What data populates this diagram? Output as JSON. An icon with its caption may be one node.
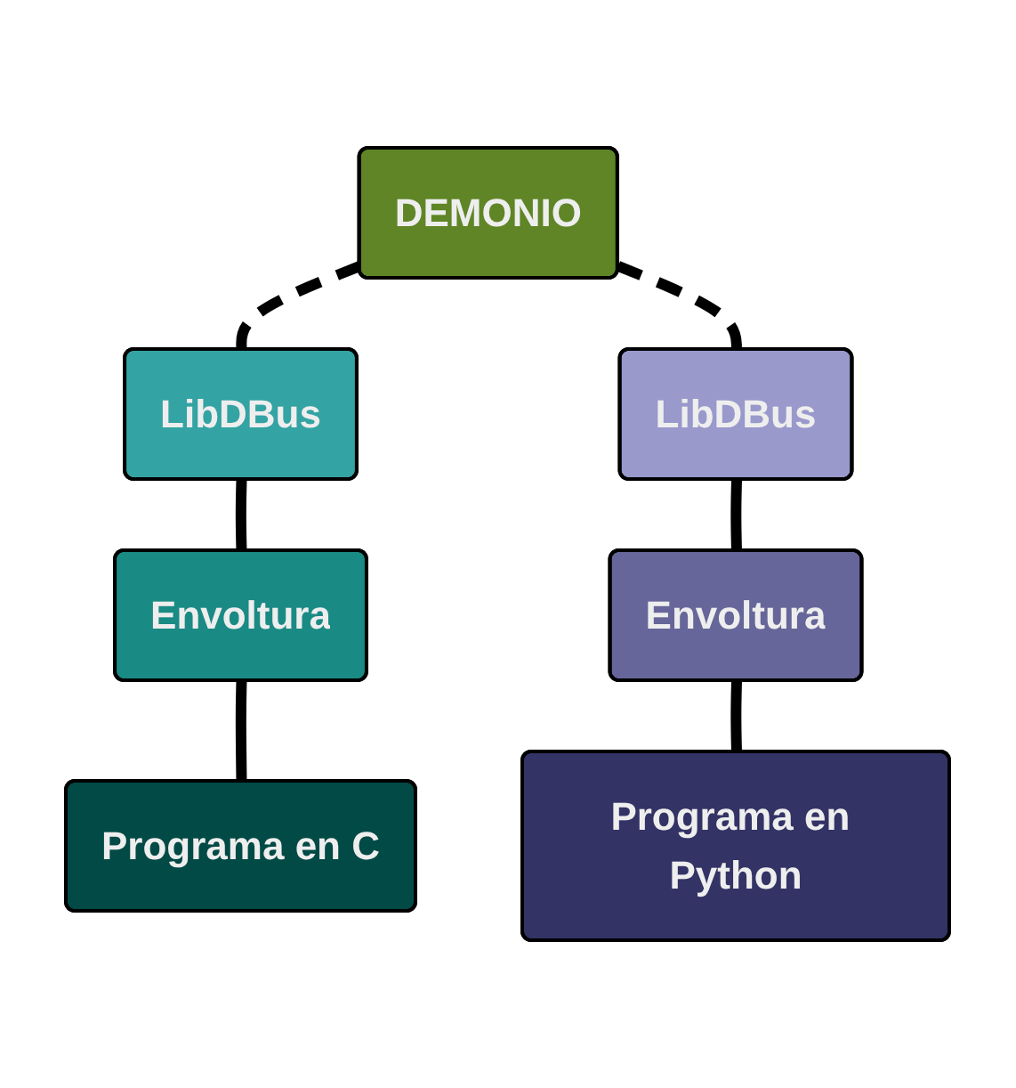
{
  "diagram": {
    "nodes": [
      {
        "text": [
          "DEMONIO"
        ]
      },
      {
        "text": [
          "LibDBus"
        ]
      },
      {
        "text": [
          "Envoltura"
        ]
      },
      {
        "text": [
          "Programa en C"
        ]
      },
      {
        "text": [
          "LibDBus"
        ]
      },
      {
        "text": [
          "Envoltura"
        ]
      },
      {
        "text": [
          "Programa en Python"
        ]
      }
    ],
    "edges": [
      {
        "from": 0,
        "to": 1,
        "arrow": "none",
        "style": "dashed"
      },
      {
        "from": 0,
        "to": 4,
        "arrow": "none",
        "style": "dashed"
      },
      {
        "from": 1,
        "to": 2,
        "arrow": "none"
      },
      {
        "from": 2,
        "to": 3,
        "arrow": "none"
      },
      {
        "from": 4,
        "to": 5,
        "arrow": "none"
      },
      {
        "from": 5,
        "to": 6,
        "arrow": "none"
      }
    ]
  }
}
